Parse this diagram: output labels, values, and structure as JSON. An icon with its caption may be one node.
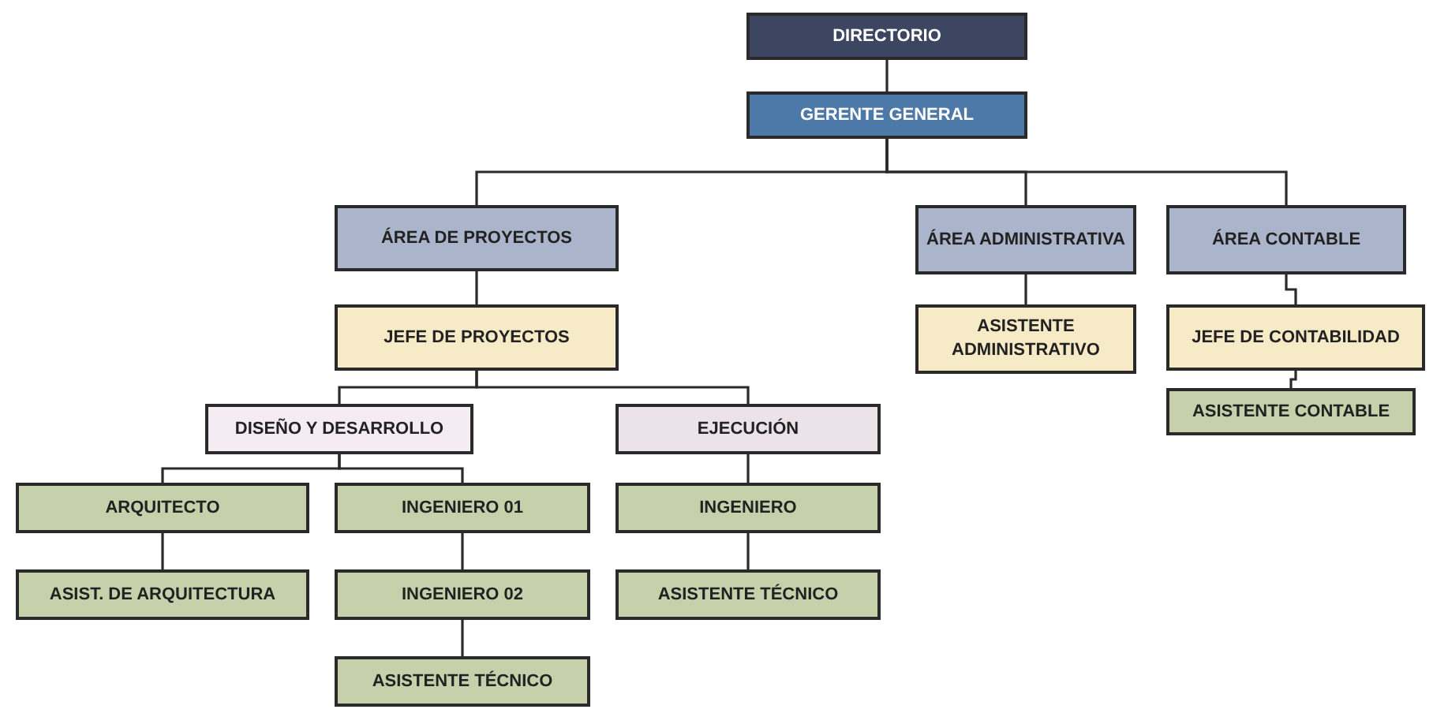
{
  "diagram": {
    "nodes": [
      {
        "text": [
          "DIRECTORIO"
        ]
      },
      {
        "text": [
          "GERENTE GENERAL"
        ]
      },
      {
        "text": [
          "ÁREA DE PROYECTOS"
        ]
      },
      {
        "text": [
          "ÁREA ADMINISTRATIVA"
        ]
      },
      {
        "text": [
          "ÁREA CONTABLE"
        ]
      },
      {
        "text": [
          "JEFE DE PROYECTOS"
        ]
      },
      {
        "text": [
          "ASISTENTE ADMINISTRATIVO"
        ]
      },
      {
        "text": [
          "JEFE DE CONTABILIDAD"
        ]
      },
      {
        "text": [
          "ASISTENTE CONTABLE"
        ]
      },
      {
        "text": [
          "DISEÑO Y DESARROLLO"
        ]
      },
      {
        "text": [
          "EJECUCIÓN"
        ]
      },
      {
        "text": [
          "ARQUITECTO"
        ]
      },
      {
        "text": [
          "INGENIERO 01"
        ]
      },
      {
        "text": [
          "INGENIERO"
        ]
      },
      {
        "text": [
          "ASIST. DE ARQUITECTURA"
        ]
      },
      {
        "text": [
          "INGENIERO 02"
        ]
      },
      {
        "text": [
          "ASISTENTE TÉCNICO"
        ]
      },
      {
        "text": [
          "ASISTENTE TÉCNICO"
        ]
      }
    ],
    "edges": [
      {
        "from": 0,
        "to": 1,
        "arrow": "none"
      },
      {
        "from": 1,
        "to": 2,
        "arrow": "none"
      },
      {
        "from": 1,
        "to": 3,
        "arrow": "none"
      },
      {
        "from": 1,
        "to": 4,
        "arrow": "none"
      },
      {
        "from": 2,
        "to": 5,
        "arrow": "none"
      },
      {
        "from": 3,
        "to": 6,
        "arrow": "none"
      },
      {
        "from": 4,
        "to": 7,
        "arrow": "none"
      },
      {
        "from": 7,
        "to": 8,
        "arrow": "none"
      },
      {
        "from": 5,
        "to": 9,
        "arrow": "none"
      },
      {
        "from": 5,
        "to": 10,
        "arrow": "none"
      },
      {
        "from": 9,
        "to": 11,
        "arrow": "none"
      },
      {
        "from": 9,
        "to": 12,
        "arrow": "none"
      },
      {
        "from": 11,
        "to": 14,
        "arrow": "none"
      },
      {
        "from": 12,
        "to": 15,
        "arrow": "none"
      },
      {
        "from": 15,
        "to": 17,
        "arrow": "none"
      },
      {
        "from": 10,
        "to": 13,
        "arrow": "none"
      },
      {
        "from": 13,
        "to": 16,
        "arrow": "none"
      }
    ]
  }
}
